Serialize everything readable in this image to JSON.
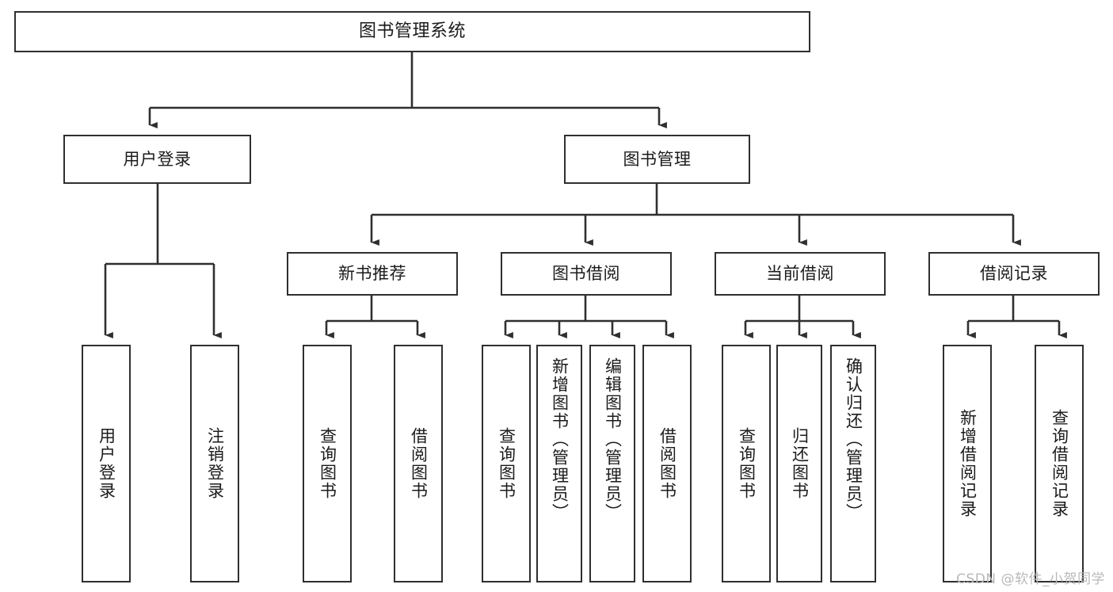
{
  "diagram": {
    "title": "图书管理系统",
    "watermark": "CSDN @软件_小贺同学",
    "root": {
      "label": "图书管理系统"
    },
    "level2": [
      {
        "label": "用户登录"
      },
      {
        "label": "图书管理"
      }
    ],
    "level3": [
      {
        "label": "新书推荐"
      },
      {
        "label": "图书借阅"
      },
      {
        "label": "当前借阅"
      },
      {
        "label": "借阅记录"
      }
    ],
    "leaves": [
      {
        "label": "用户登录",
        "parent": "用户登录"
      },
      {
        "label": "注销登录",
        "parent": "用户登录"
      },
      {
        "label": "查询图书",
        "parent": "新书推荐"
      },
      {
        "label": "借阅图书",
        "parent": "新书推荐"
      },
      {
        "label": "查询图书",
        "parent": "图书借阅"
      },
      {
        "label": "新增图书（管理员）",
        "parent": "图书借阅"
      },
      {
        "label": "编辑图书（管理员）",
        "parent": "图书借阅"
      },
      {
        "label": "借阅图书",
        "parent": "图书借阅"
      },
      {
        "label": "查询图书",
        "parent": "当前借阅"
      },
      {
        "label": "归还图书",
        "parent": "当前借阅"
      },
      {
        "label": "确认归还（管理员）",
        "parent": "当前借阅"
      },
      {
        "label": "新增借阅记录",
        "parent": "借阅记录"
      },
      {
        "label": "查询借阅记录",
        "parent": "借阅记录"
      }
    ],
    "colors": {
      "stroke": "#2f2f2f",
      "background": "#ffffff",
      "text": "#1b1b1b",
      "watermark": "#b9b9b9"
    }
  }
}
